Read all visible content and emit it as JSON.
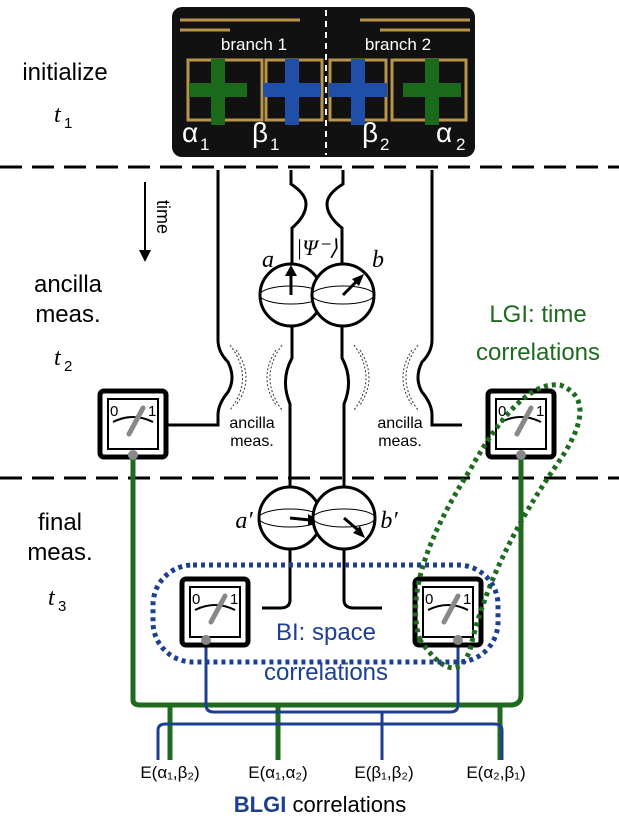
{
  "stages": {
    "initialize": {
      "label": "initialize",
      "time_symbol": "t",
      "time_index": "1"
    },
    "ancilla": {
      "label_line1": "ancilla",
      "label_line2": "meas.",
      "time_symbol": "t",
      "time_index": "2"
    },
    "final": {
      "label_line1": "final",
      "label_line2": "meas.",
      "time_symbol": "t",
      "time_index": "3"
    }
  },
  "time_arrow_label": "time",
  "chip": {
    "branch1": "branch 1",
    "branch2": "branch 2",
    "qubits": [
      {
        "letter": "α",
        "index": "1",
        "color": "#1a6a1a"
      },
      {
        "letter": "β",
        "index": "1",
        "color": "#1f4fa8"
      },
      {
        "letter": "β",
        "index": "2",
        "color": "#1f4fa8"
      },
      {
        "letter": "α",
        "index": "2",
        "color": "#1a6a1a"
      }
    ]
  },
  "state_label": "|Ψ⁻⟩",
  "settings": {
    "a": "a",
    "b": "b",
    "a_prime": "a′",
    "b_prime": "b′"
  },
  "ancilla_meas": {
    "line1": "ancilla",
    "line2": "meas."
  },
  "meter": {
    "zero": "0",
    "one": "1"
  },
  "lgi": {
    "line1": "LGI: time",
    "line2": "correlations",
    "color": "#1e6b1e"
  },
  "bi": {
    "line1": "BI: space",
    "line2": "correlations",
    "color": "#1d3f91"
  },
  "correlators": [
    {
      "text": "E(α₁,β₂)"
    },
    {
      "text": "E(α₁,α₂)"
    },
    {
      "text": "E(β₁,β₂)"
    },
    {
      "text": "E(α₂,β₁)"
    }
  ],
  "footer": {
    "bold": "BLGI",
    "rest": " correlations"
  }
}
